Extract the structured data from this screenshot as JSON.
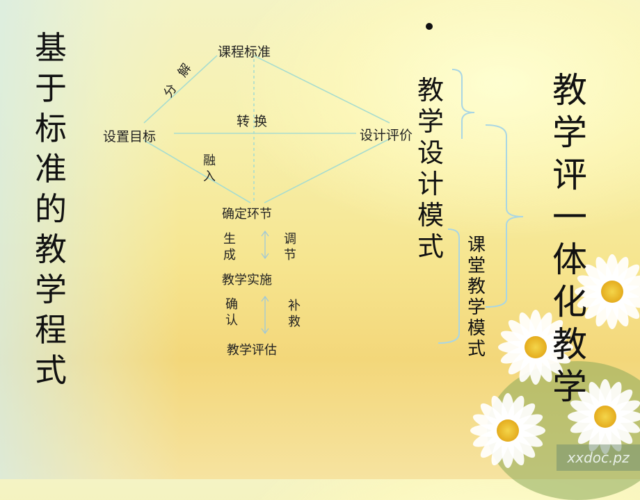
{
  "left_title": [
    "基",
    "于",
    "标",
    "准",
    "的",
    "教",
    "学",
    "程",
    "式"
  ],
  "diagram": {
    "top": "课程标准",
    "left": "设置目标",
    "right": "设计评价",
    "decompose": "分解",
    "transform": "转 换",
    "integrate": [
      "融",
      "入"
    ],
    "confirm_step": "确定环节",
    "generate": [
      "生",
      "成"
    ],
    "adjust": [
      "调",
      "节"
    ],
    "implement": "教学实施",
    "verify": [
      "确",
      "认"
    ],
    "remedy": [
      "补",
      "救"
    ],
    "evaluate": "教学评估"
  },
  "middle_title": [
    "教",
    "学",
    "设",
    "计",
    "模",
    "式"
  ],
  "classroom_title": [
    "课",
    "堂",
    "教",
    "学",
    "模",
    "式"
  ],
  "right_title": [
    "教",
    "学",
    "评",
    "一",
    "体",
    "化",
    "教",
    "学"
  ],
  "colors": {
    "accent_line": "#9fd6c8",
    "bracket": "#a9d6e4"
  }
}
